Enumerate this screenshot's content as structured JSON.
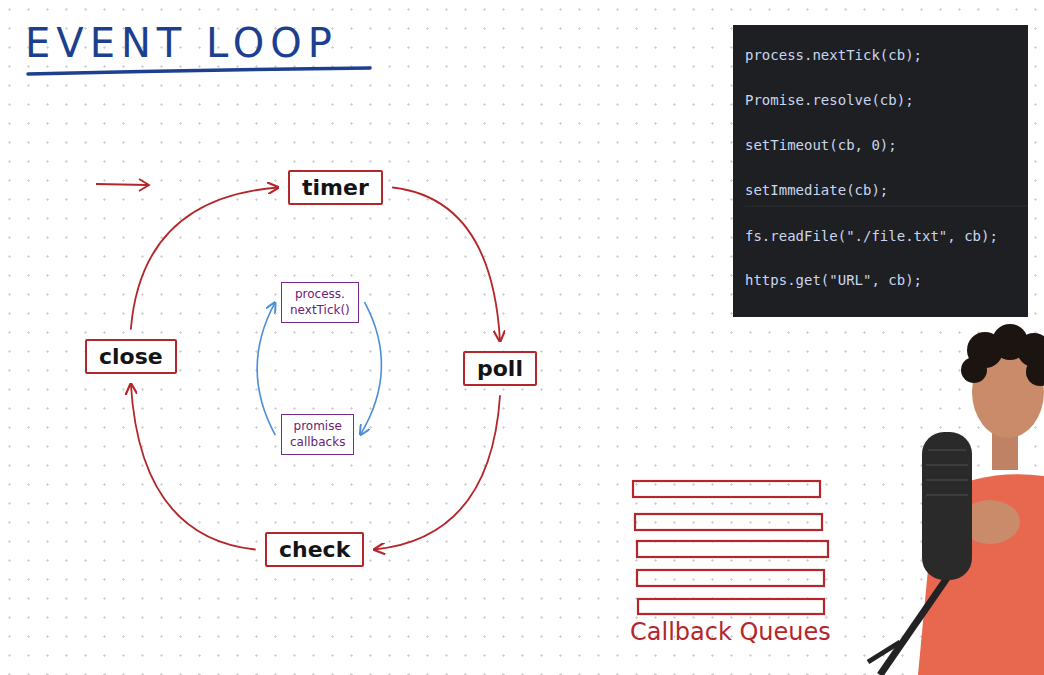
{
  "diagram": {
    "title": "EVENT LOOP",
    "nodes": [
      {
        "text": [
          "timer"
        ]
      },
      {
        "text": [
          "poll"
        ]
      },
      {
        "text": [
          "check"
        ]
      },
      {
        "text": [
          "close"
        ]
      },
      {
        "text": [
          "process. nextTick()"
        ]
      },
      {
        "text": [
          "promise callbacks"
        ]
      }
    ],
    "edges": [
      {
        "from": 0,
        "to": 1,
        "arrow": "to"
      },
      {
        "from": 1,
        "to": 2,
        "arrow": "to"
      },
      {
        "from": 2,
        "to": 3,
        "arrow": "to"
      },
      {
        "from": 3,
        "to": 0,
        "arrow": "to"
      },
      {
        "from": 4,
        "to": 5,
        "arrow": "to"
      },
      {
        "from": 5,
        "to": 4,
        "arrow": "to"
      }
    ],
    "labels": [
      "process.nextTick(cb);",
      "Promise.resolve(cb);",
      "setTimeout(cb, 0);",
      "setImmediate(cb);",
      "fs.readFile(\"./file.txt\", cb);",
      "https.get(\"URL\", cb);",
      "Callback Queues"
    ]
  }
}
